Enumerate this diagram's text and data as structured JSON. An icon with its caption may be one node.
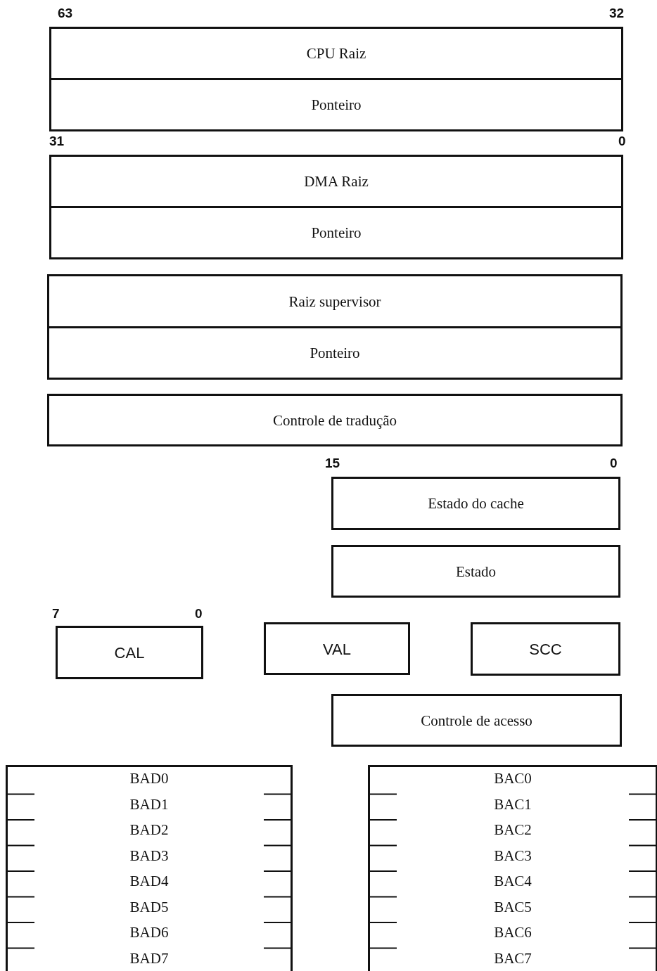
{
  "diagram": {
    "nodes": [
      {
        "text": [
          "CPU Raiz"
        ]
      },
      {
        "text": [
          "Ponteiro"
        ]
      },
      {
        "text": [
          "DMA Raiz"
        ]
      },
      {
        "text": [
          "Ponteiro"
        ]
      },
      {
        "text": [
          "Raiz supervisor"
        ]
      },
      {
        "text": [
          "Ponteiro"
        ]
      },
      {
        "text": [
          "Controle de tradução"
        ]
      },
      {
        "text": [
          "Estado do cache"
        ]
      },
      {
        "text": [
          "Estado"
        ]
      },
      {
        "text": [
          "CAL"
        ]
      },
      {
        "text": [
          "VAL"
        ]
      },
      {
        "text": [
          "SCC"
        ]
      },
      {
        "text": [
          "Controle de acesso"
        ]
      },
      {
        "text": [
          "BAD0",
          "BAD1",
          "BAD2",
          "BAD3",
          "BAD4",
          "BAD5",
          "BAD6",
          "BAD7"
        ]
      },
      {
        "text": [
          "BAC0",
          "BAC1",
          "BAC2",
          "BAC3",
          "BAC4",
          "BAC5",
          "BAC6",
          "BAC7"
        ]
      }
    ],
    "labels": [
      "63",
      "32",
      "31",
      "0",
      "15",
      "0",
      "7",
      "0"
    ]
  }
}
